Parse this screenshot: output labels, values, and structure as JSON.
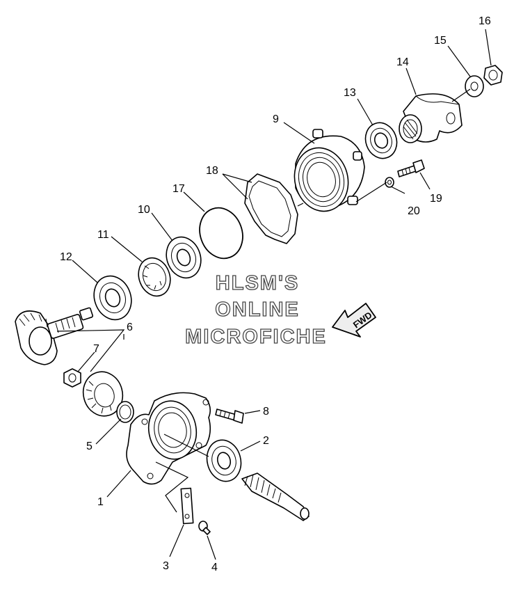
{
  "diagram": {
    "callouts": [
      {
        "id": "1",
        "label": "1"
      },
      {
        "id": "2",
        "label": "2"
      },
      {
        "id": "3",
        "label": "3"
      },
      {
        "id": "4",
        "label": "4"
      },
      {
        "id": "5",
        "label": "5"
      },
      {
        "id": "6",
        "label": "6"
      },
      {
        "id": "7",
        "label": "7"
      },
      {
        "id": "8",
        "label": "8"
      },
      {
        "id": "9",
        "label": "9"
      },
      {
        "id": "10",
        "label": "10"
      },
      {
        "id": "11",
        "label": "11"
      },
      {
        "id": "12",
        "label": "12"
      },
      {
        "id": "13",
        "label": "13"
      },
      {
        "id": "14",
        "label": "14"
      },
      {
        "id": "15",
        "label": "15"
      },
      {
        "id": "16",
        "label": "16"
      },
      {
        "id": "17",
        "label": "17"
      },
      {
        "id": "18",
        "label": "18"
      },
      {
        "id": "19",
        "label": "19"
      },
      {
        "id": "20",
        "label": "20"
      }
    ]
  },
  "watermark": {
    "line1": "HLSM'S",
    "line2": "ONLINE",
    "line3": "MICROFICHE"
  },
  "direction_arrow": {
    "label": "FWD"
  },
  "colors": {
    "ink": "#000000",
    "background": "#ffffff",
    "watermark_outline": "#444444"
  }
}
